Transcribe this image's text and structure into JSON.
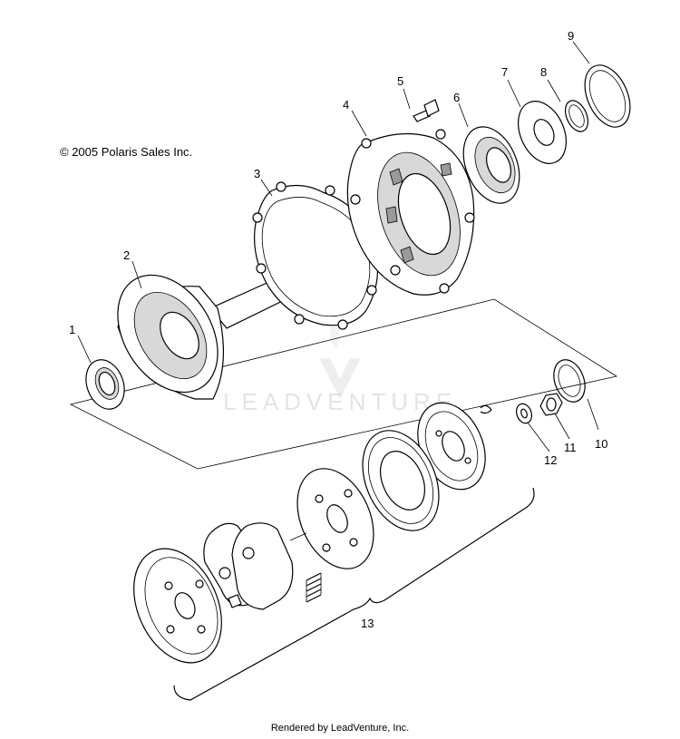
{
  "diagram": {
    "copyright": "© 2005 Polaris Sales Inc.",
    "footer": "Rendered by LeadVenture, Inc.",
    "watermark": "LEADVENTURE",
    "callouts": [
      "1",
      "2",
      "3",
      "4",
      "5",
      "6",
      "7",
      "8",
      "9",
      "10",
      "11",
      "12",
      "13"
    ]
  }
}
